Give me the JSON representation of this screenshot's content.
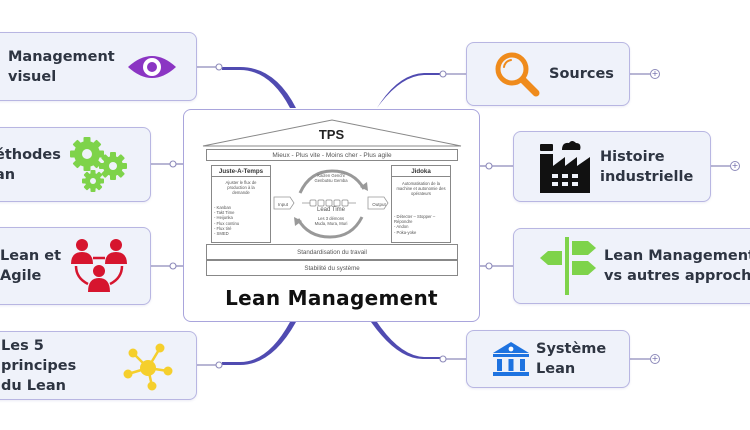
{
  "center": {
    "title": "Lean Management",
    "tps": {
      "roof_title": "TPS",
      "banner": "Mieux - Plus vite - Moins cher - Plus agile",
      "left_pillar": {
        "title": "Juste-A-Temps",
        "description": "Ajuster le flux de production à la demande",
        "items": [
          "- Kanban",
          "- Takt Time",
          "- Heijunka",
          "- Flux continu",
          "- Flux tiré",
          "- SMED"
        ]
      },
      "right_pillar": {
        "title": "Jidoka",
        "description": "Automatisation de la machine et autonomie des opérateurs",
        "items": [
          "- Détecter – Stopper – Répondre",
          "- Andon",
          "- Poka-yoke"
        ]
      },
      "cycle_top": "Kaizen Genchi Genbutsu Gemba",
      "cycle_bottom": "Les 3 démons Muda, Mura, Muri",
      "input": "Input",
      "output": "Output",
      "lead_time": "Lead Time",
      "foundation_1": "Standardisation du travail",
      "foundation_2": "Stabilité du système"
    }
  },
  "left_nodes": [
    {
      "label": "Management\nvisuel",
      "icon": "eye-icon",
      "color": "#8b35c3"
    },
    {
      "label": "éthodes\nan",
      "icon": "gears-icon",
      "color": "#7ed34a"
    },
    {
      "label": "Lean et\nAgile",
      "icon": "team-icon",
      "color": "#d6152e"
    },
    {
      "label": "Les 5 principes\ndu Lean",
      "icon": "network-icon",
      "color": "#f5cf2c"
    }
  ],
  "right_nodes": [
    {
      "label": "Sources",
      "icon": "magnifier-icon",
      "color": "#ef8b1c",
      "expand": "+"
    },
    {
      "label": "Histoire\nindustrielle",
      "icon": "factory-icon",
      "color": "#111111",
      "expand": "+"
    },
    {
      "label": "Lean Management\nvs autres approches",
      "icon": "signpost-icon",
      "color": "#7ed34a"
    },
    {
      "label": "Système\nLean",
      "icon": "bank-icon",
      "color": "#1e73e0",
      "expand": "+"
    }
  ],
  "colors": {
    "connector": "#3d37a8",
    "card_border": "#b8b6e2",
    "card_fill": "#eff2fa"
  }
}
